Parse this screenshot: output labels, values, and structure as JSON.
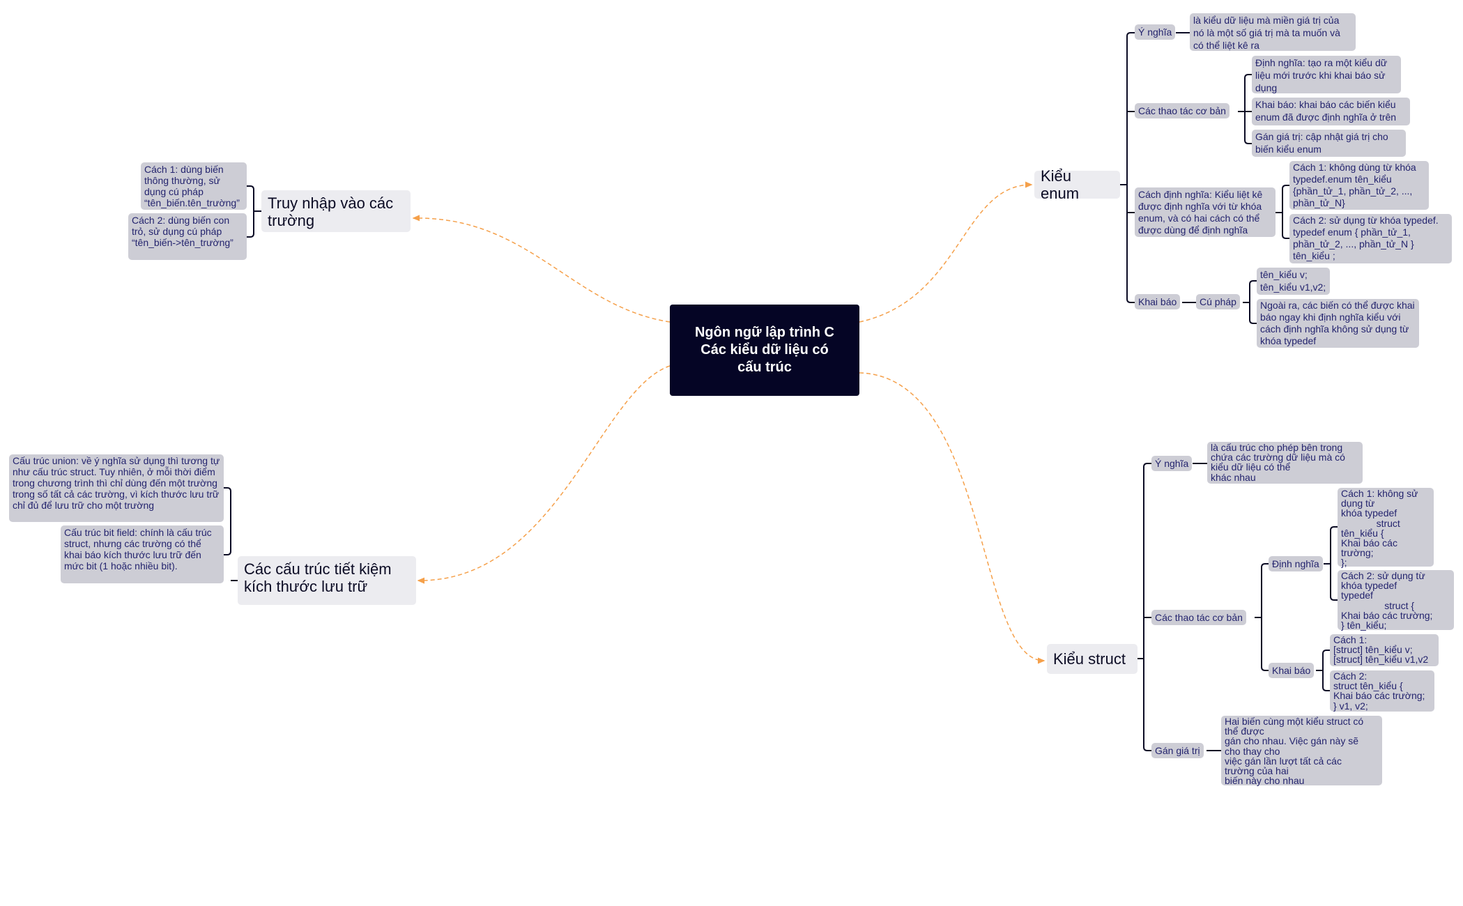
{
  "colors": {
    "root_bg": "#050525",
    "main_bg": "#ececf0",
    "leaf_bg": "#cdcdd5",
    "leaf_text": "#24246e",
    "connector": "#f5a04a",
    "branch_line": "#0b0b24"
  },
  "root": {
    "title": "Ngôn ngữ lập trình C\nCác kiểu dữ liệu có\ncấu trúc"
  },
  "enum": {
    "title": "Kiểu enum",
    "meaning_label": "Ý nghĩa",
    "meaning_text": "là kiểu dữ liệu mà miền giá trị của nó là một số giá trị mà ta muốn và có thể liệt kê ra",
    "ops_label": "Các thao tác cơ bản",
    "ops": [
      "Định nghĩa: tạo ra một kiểu dữ liệu mới trước khi khai báo sử dụng",
      "Khai báo: khai báo các biến kiểu enum đã được định nghĩa ở trên",
      "Gán giá trị: cập nhật giá trị cho biến kiểu enum"
    ],
    "def_label": "Cách định nghĩa: Kiểu liệt kê được định nghĩa với từ khóa enum, và có hai cách có thể được dùng để định nghĩa",
    "defs": [
      "Cách 1: không dùng từ khóa typedef.enum tên_kiểu {phần_tử_1, phần_tử_2, ..., phần_tử_N}",
      "Cách 2: sử dụng từ khóa typedef. typedef enum { phần_tử_1, phần_tử_2, ..., phần_tử_N } tên_kiểu ;"
    ],
    "decl_label": "Khai báo",
    "syntax_label": "Cú pháp",
    "syntax": [
      "tên_kiểu v;\ntên_kiểu v1,v2;",
      "Ngoài ra, các biến có thể được khai báo ngay khi định nghĩa kiểu với cách định nghĩa không sử dụng từ khóa typedef"
    ]
  },
  "struct": {
    "title": "Kiểu struct",
    "meaning_label": "Ý nghĩa",
    "meaning_text": "là cấu trúc cho phép bên trong\nchứa các trường dữ liệu mà có\nkiểu dữ liệu có thể\nkhác nhau",
    "ops_label": "Các thao tác cơ bản",
    "def_label": "Định nghĩa",
    "defs": [
      "Cách 1: không sử\ndụng từ\nkhóa typedef\n             struct\ntên_kiểu {\nKhai báo các\ntrường;\n};",
      "Cách 2: sử dụng từ\nkhóa typedef\ntypedef\n                struct {\nKhai báo các trường;\n} tên_kiểu;"
    ],
    "decl_label": "Khai báo",
    "decls": [
      "Cách 1:\n[struct] tên_kiểu v;\n[struct] tên_kiểu v1,v2",
      "Cách 2:\nstruct tên_kiểu {\nKhai báo các trường;\n} v1, v2;"
    ],
    "assign_label": "Gán giá trị",
    "assign_text": "Hai biến cùng một kiểu struct có\nthể được\ngán cho nhau. Việc gán này sẽ\ncho thay cho\nviệc gán lần lượt tất cả các\ntrường của hai\nbiến này cho nhau"
  },
  "access": {
    "title": "Truy nhập vào các trường",
    "items": [
      "Cách 1: dùng biến thông thường, sử dụng cú pháp “tên_biến.tên_trường”",
      "Cách 2: dùng biến con trỏ, sử dụng cú pháp “tên_biến->tên_trường”"
    ]
  },
  "saving": {
    "title": "Các cấu trúc tiết kiệm kích thước lưu trữ",
    "items": [
      "Cấu trúc union: về ý nghĩa sử dụng thì tương tự như cấu trúc struct. Tuy nhiên, ở mỗi thời điểm trong chương trình thì chỉ dùng đến một trường trong số tất cả các trường, vì kích thước lưu trữ chỉ đủ để lưu trữ cho một trường",
      "Cấu trúc bit field: chính là cấu trúc struct, nhưng các trường có thể khai báo kích thước lưu trữ đến mức bit (1 hoặc nhiều bit)."
    ]
  }
}
